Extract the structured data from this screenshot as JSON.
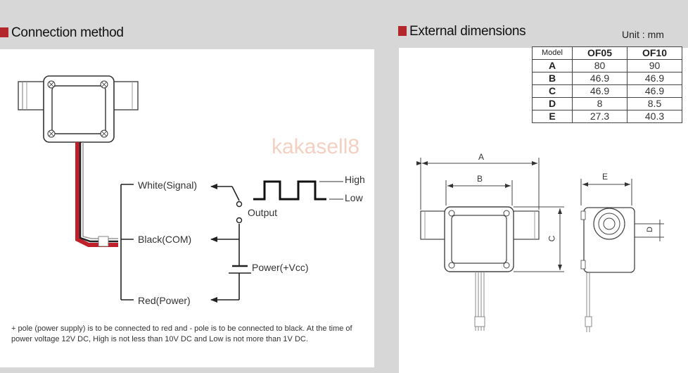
{
  "left": {
    "heading": "Connection method",
    "wires": {
      "white": "White(Signal)",
      "black": "Black(COM)",
      "red": "Red(Power)"
    },
    "output": "Output",
    "power": "Power(+Vcc)",
    "high": "High",
    "low": "Low",
    "note": "+ pole (power supply) is to be connected to red and - pole is to be connected to black. At the time of power voltage 12V DC, High is not less than 10V DC and Low is not more than 1V DC."
  },
  "right": {
    "heading": "External dimensions",
    "unit": "Unit : mm",
    "table": {
      "headers": [
        "Model",
        "OF05",
        "OF10"
      ],
      "rows": [
        [
          "A",
          "80",
          "90"
        ],
        [
          "B",
          "46.9",
          "46.9"
        ],
        [
          "C",
          "46.9",
          "46.9"
        ],
        [
          "D",
          "8",
          "8.5"
        ],
        [
          "E",
          "27.3",
          "40.3"
        ]
      ]
    },
    "dims": {
      "a": "A",
      "b": "B",
      "c": "C",
      "d": "D",
      "e": "E"
    }
  },
  "watermark": "kakasell8",
  "colors": {
    "accent": "#b3262b",
    "red_wire": "#c0202a"
  }
}
